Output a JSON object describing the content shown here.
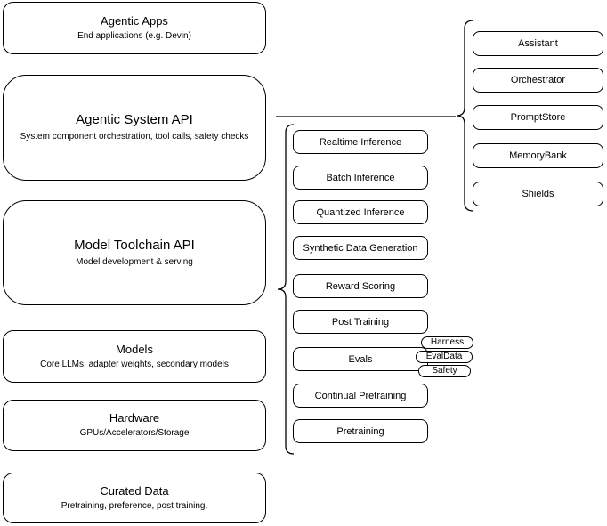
{
  "diagram": {
    "left_stack": [
      {
        "title": "Agentic Apps",
        "subtitle": "End applications (e.g. Devin)"
      },
      {
        "title": "Agentic System API",
        "subtitle": "System component orchestration, tool calls, safety checks"
      },
      {
        "title": "Model Toolchain API",
        "subtitle": "Model development & serving"
      },
      {
        "title": "Models",
        "subtitle": "Core LLMs, adapter weights, secondary models"
      },
      {
        "title": "Hardware",
        "subtitle": "GPUs/Accelerators/Storage"
      },
      {
        "title": "Curated Data",
        "subtitle": "Pretraining, preference, post training."
      }
    ],
    "toolchain_items": [
      "Realtime Inference",
      "Batch Inference",
      "Quantized Inference",
      "Synthetic Data Generation",
      "Reward Scoring",
      "Post Training",
      "Evals",
      "Continual Pretraining",
      "Pretraining"
    ],
    "evals_tags": [
      "Harness",
      "EvalData",
      "Safety"
    ],
    "system_items": [
      "Assistant",
      "Orchestrator",
      "PromptStore",
      "MemoryBank",
      "Shields"
    ],
    "colors": {
      "stroke": "#000000",
      "background": "#ffffff",
      "text": "#000000"
    }
  }
}
